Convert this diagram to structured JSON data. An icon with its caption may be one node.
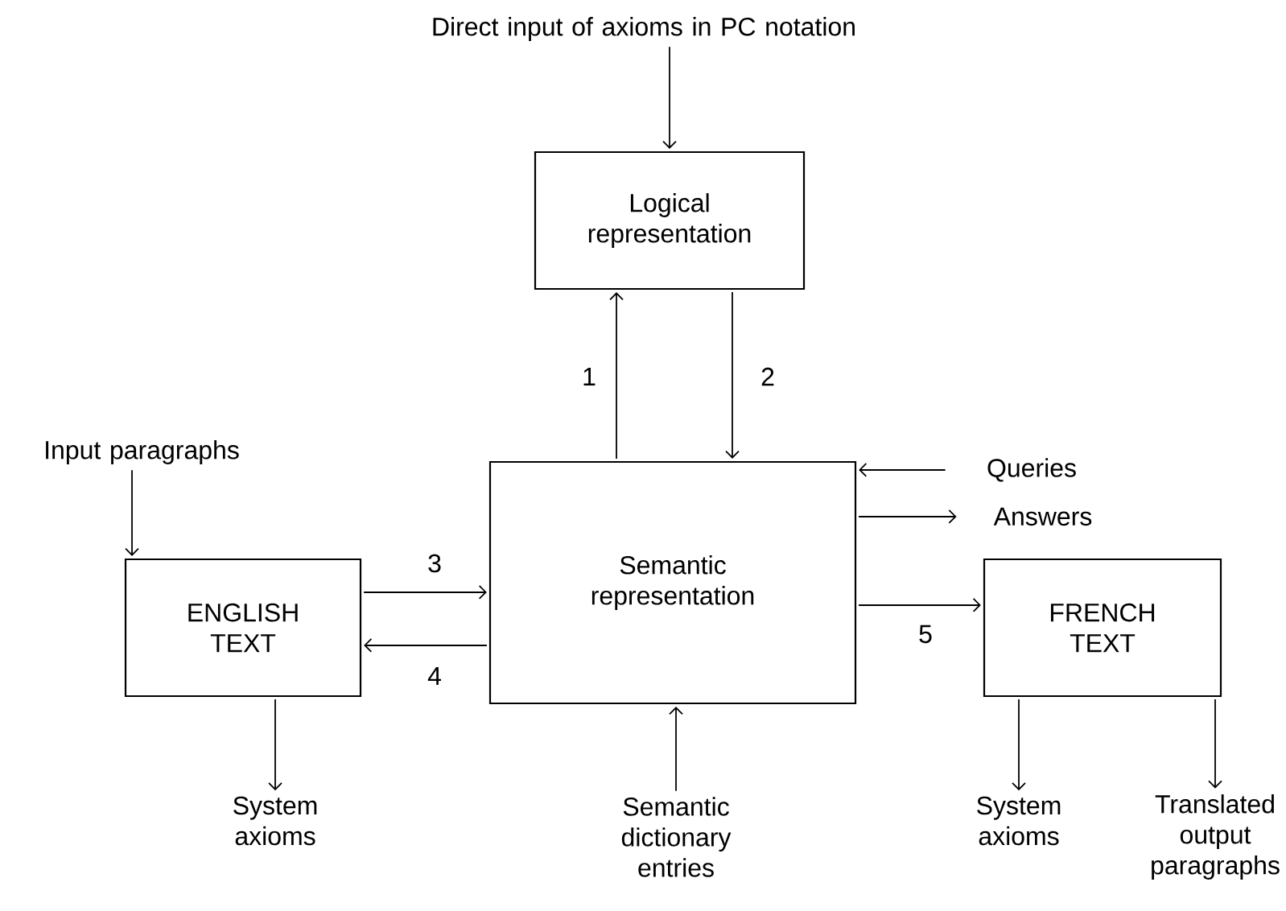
{
  "diagram": {
    "nodes": [
      {
        "text": [
          "Direct input of axioms in PC notation"
        ]
      },
      {
        "text": [
          "Logical representation"
        ]
      },
      {
        "text": [
          "Input paragraphs"
        ]
      },
      {
        "text": [
          "ENGLISH TEXT"
        ]
      },
      {
        "text": [
          "Semantic representation"
        ]
      },
      {
        "text": [
          "Queries"
        ]
      },
      {
        "text": [
          "Answers"
        ]
      },
      {
        "text": [
          "FRENCH TEXT"
        ]
      },
      {
        "text": [
          "System axioms"
        ]
      },
      {
        "text": [
          "Semantic dictionary entries"
        ]
      },
      {
        "text": [
          "System axioms"
        ]
      },
      {
        "text": [
          "Translated output paragraphs"
        ]
      }
    ],
    "edges": [
      {
        "from": 0,
        "to": 1,
        "arrow": "to"
      },
      {
        "from": 4,
        "to": 1,
        "arrow": "to",
        "label": "1"
      },
      {
        "from": 1,
        "to": 4,
        "arrow": "to",
        "label": "2"
      },
      {
        "from": 2,
        "to": 3,
        "arrow": "to"
      },
      {
        "from": 3,
        "to": 4,
        "arrow": "to",
        "label": "3"
      },
      {
        "from": 4,
        "to": 3,
        "arrow": "to",
        "label": "4"
      },
      {
        "from": 5,
        "to": 4,
        "arrow": "to"
      },
      {
        "from": 4,
        "to": 6,
        "arrow": "to"
      },
      {
        "from": 4,
        "to": 7,
        "arrow": "to",
        "label": "5"
      },
      {
        "from": 3,
        "to": 8,
        "arrow": "to"
      },
      {
        "from": 9,
        "to": 4,
        "arrow": "to"
      },
      {
        "from": 7,
        "to": 10,
        "arrow": "to"
      },
      {
        "from": 7,
        "to": 11,
        "arrow": "to"
      }
    ]
  }
}
